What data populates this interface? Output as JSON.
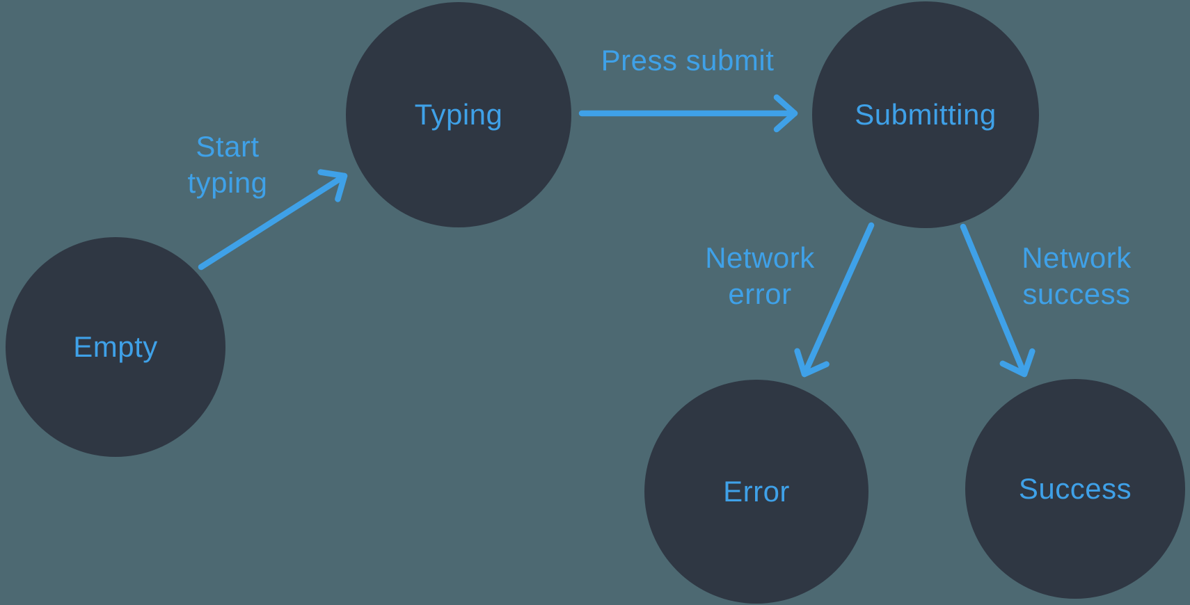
{
  "diagram": {
    "type": "state-machine",
    "colors": {
      "background": "#4D6972",
      "node_fill": "#2F3743",
      "accent": "#3FA1E8"
    },
    "nodes": [
      {
        "id": "empty",
        "label": "Empty"
      },
      {
        "id": "typing",
        "label": "Typing"
      },
      {
        "id": "submitting",
        "label": "Submitting"
      },
      {
        "id": "error",
        "label": "Error"
      },
      {
        "id": "success",
        "label": "Success"
      }
    ],
    "transitions": [
      {
        "from": "empty",
        "to": "typing",
        "label": "Start\ntyping"
      },
      {
        "from": "typing",
        "to": "submitting",
        "label": "Press submit"
      },
      {
        "from": "submitting",
        "to": "error",
        "label": "Network\nerror"
      },
      {
        "from": "submitting",
        "to": "success",
        "label": "Network\nsuccess"
      }
    ]
  }
}
